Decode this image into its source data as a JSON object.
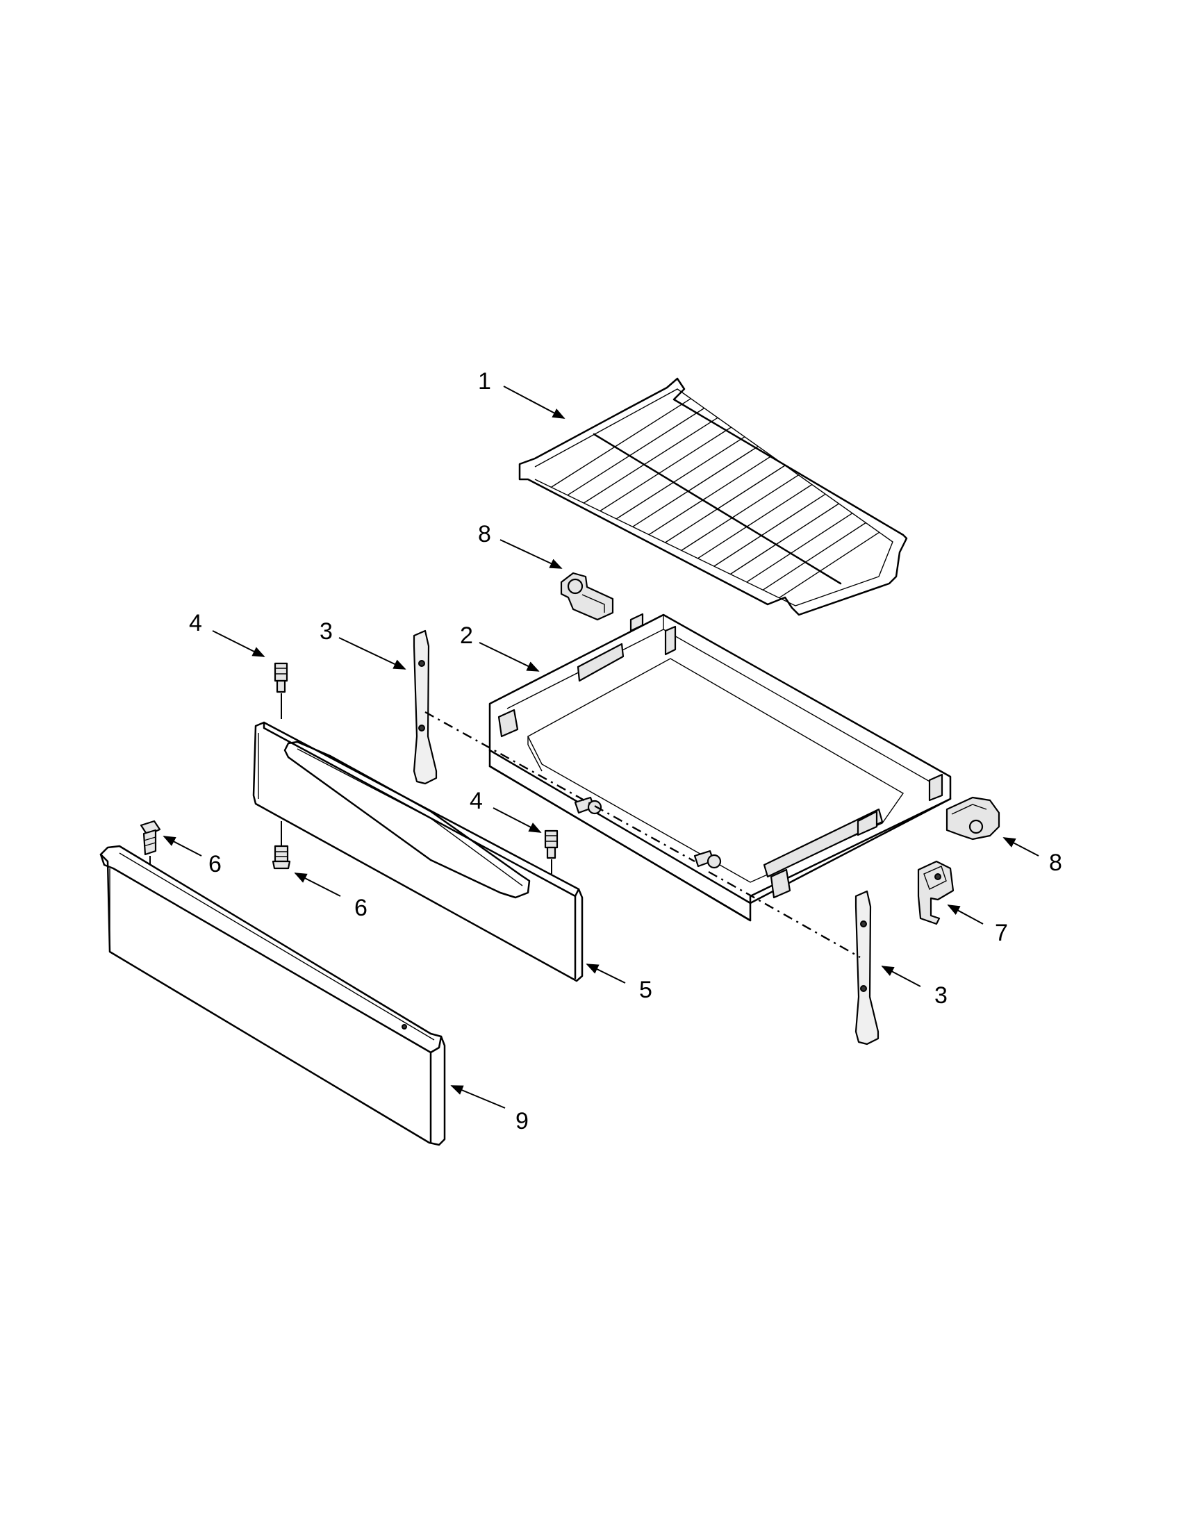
{
  "callouts": {
    "c1": "1",
    "c2": "2",
    "c3a": "3",
    "c3b": "3",
    "c4a": "4",
    "c4b": "4",
    "c5": "5",
    "c6a": "6",
    "c6b": "6",
    "c7": "7",
    "c8a": "8",
    "c8b": "8",
    "c9": "9"
  }
}
